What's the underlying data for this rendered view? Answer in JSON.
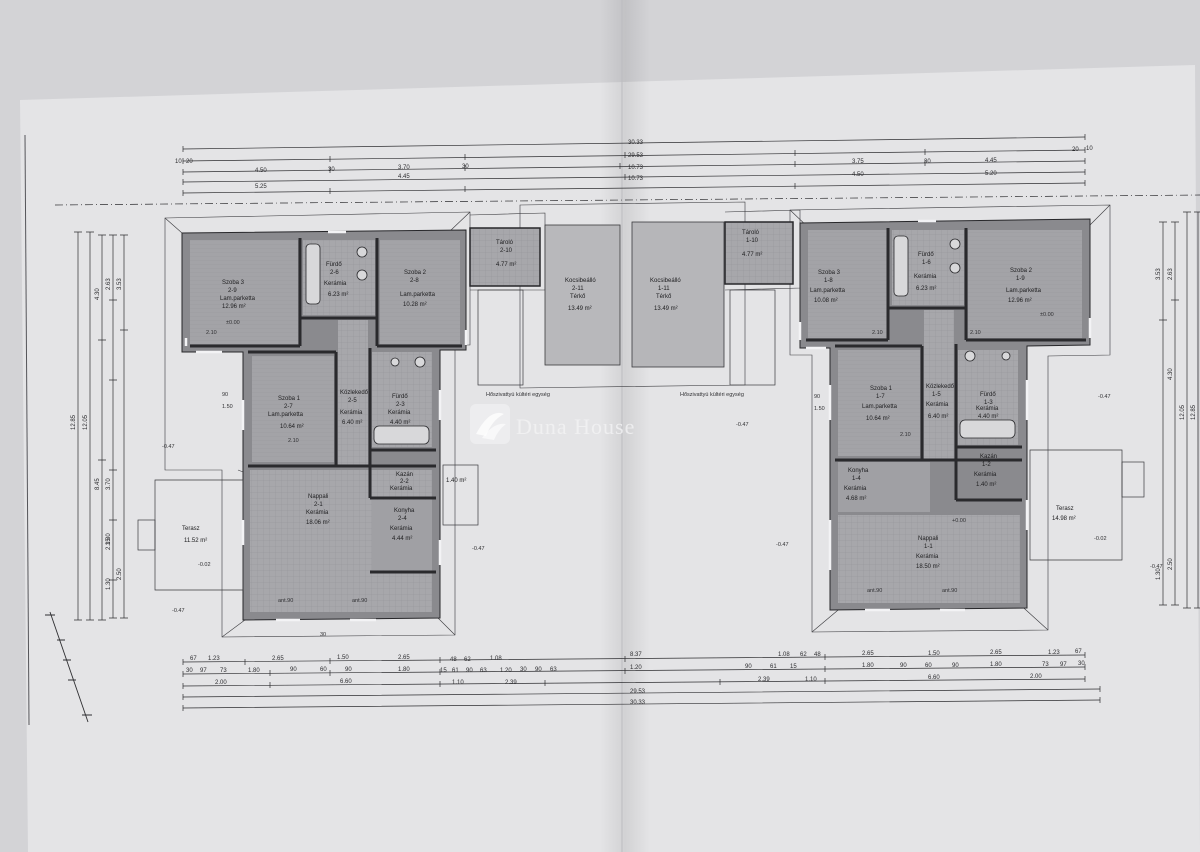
{
  "sheet": {
    "paper_color": "#e7e7e9",
    "line_color": "#2e2e31",
    "room_fill": "#a9a9ad"
  },
  "watermark": {
    "text": "Duna House"
  },
  "dimensions": {
    "top": {
      "row1": "30.33",
      "row2": [
        "10",
        "20",
        "29.53",
        "20",
        "10"
      ],
      "row3": [
        "4.50",
        "30",
        "3.70",
        "30",
        "3.75",
        "30",
        "4.45"
      ],
      "row4": [
        "10.73",
        "10.73"
      ],
      "row5": [
        "5.25",
        "4.45",
        "4.50",
        "5.20"
      ]
    },
    "bottom": {
      "row1": [
        "67",
        "1.23",
        "2.65",
        "1.50",
        "2.65",
        "48",
        "62",
        "1.08",
        "8.37",
        "1.08",
        "62",
        "48",
        "2.65",
        "1.50",
        "2.65",
        "1.23",
        "67"
      ],
      "row2": [
        "30",
        "97",
        "73",
        "1.80",
        "90",
        "60",
        "90",
        "1.80",
        "15",
        "61",
        "90",
        "63",
        "1.20",
        "30",
        "90",
        "63",
        "1.20",
        "90",
        "61",
        "15",
        "1.80",
        "90",
        "60",
        "90",
        "1.80",
        "73",
        "97",
        "30"
      ],
      "row3": [
        "2.00",
        "6.60",
        "1.10",
        "2.39",
        "2.39",
        "1.10",
        "6.60",
        "2.00"
      ],
      "row4": "29.53",
      "row5": "30.33"
    },
    "left": [
      "12.85",
      "12.05",
      "8.45",
      "3.70",
      "2.35",
      "1.80",
      "1.30",
      "2.50",
      "4.30",
      "2.63",
      "3.53"
    ],
    "right": [
      "3.53",
      "2.63",
      "4.30",
      "12.05",
      "12.85",
      "2.50",
      "1.30"
    ]
  },
  "unit_left": {
    "rooms": [
      {
        "name": "Szoba 3",
        "code": "2-9",
        "floor": "Lam.parketta",
        "area": "12.96 m²"
      },
      {
        "name": "Szoba 2",
        "code": "2-8",
        "floor": "Lam.parketta",
        "area": "10.28 m²"
      },
      {
        "name": "Fürdő",
        "code": "2-6",
        "floor": "Kerámia",
        "area": "6.23 m²"
      },
      {
        "name": "Szoba 1",
        "code": "2-7",
        "floor": "Lam.parketta",
        "area": "10.64 m²"
      },
      {
        "name": "Közlekedő",
        "code": "2-5",
        "floor": "Kerámia",
        "area": "6.40 m²"
      },
      {
        "name": "Fürdő",
        "code": "2-3",
        "floor": "Kerámia",
        "area": "4.40 m²"
      },
      {
        "name": "Nappali",
        "code": "2-1",
        "floor": "Kerámia",
        "area": "18.06 m²"
      },
      {
        "name": "Konyha",
        "code": "2-4",
        "floor": "Kerámia",
        "area": "4.44 m²"
      },
      {
        "name": "Kazán",
        "code": "2-2",
        "floor": "Kerámia",
        "area": "1.40 m²"
      },
      {
        "name": "Kocsibeálló",
        "code": "2-11",
        "floor": "Térkő",
        "area": "13.49 m²"
      },
      {
        "name": "Tároló",
        "code": "2-10",
        "floor": "",
        "area": "4.77 m²"
      }
    ],
    "terrace": {
      "name": "Terasz",
      "area": "11.52 m²"
    },
    "heat_pump_label": "Hőszivattyú kültéri egység",
    "windows": [
      "ant.90",
      "ant.90"
    ]
  },
  "unit_right": {
    "rooms": [
      {
        "name": "Szoba 3",
        "code": "1-8",
        "floor": "Lam.parketta",
        "area": "10.08 m²"
      },
      {
        "name": "Fürdő",
        "code": "1-6",
        "floor": "Kerámia",
        "area": "6.23 m²"
      },
      {
        "name": "Szoba 2",
        "code": "1-9",
        "floor": "Lam.parketta",
        "area": "12.96 m²"
      },
      {
        "name": "Szoba 1",
        "code": "1-7",
        "floor": "Lam.parketta",
        "area": "10.64 m²"
      },
      {
        "name": "Közlekedő",
        "code": "1-5",
        "floor": "Kerámia",
        "area": "6.40 m²"
      },
      {
        "name": "Fürdő",
        "code": "1-3",
        "floor": "Kerámia",
        "area": "4.40 m²"
      },
      {
        "name": "Konyha",
        "code": "1-4",
        "floor": "Kerámia",
        "area": "4.68 m²"
      },
      {
        "name": "Kazán",
        "code": "1-2",
        "floor": "Kerámia",
        "area": "1.40 m²"
      },
      {
        "name": "Nappali",
        "code": "1-1",
        "floor": "Kerámia",
        "area": "18.50 m²"
      },
      {
        "name": "Kocsibeálló",
        "code": "1-11",
        "floor": "Térkő",
        "area": "13.49 m²"
      },
      {
        "name": "Tároló",
        "code": "1-10",
        "floor": "",
        "area": "4.77 m²"
      }
    ],
    "terrace": {
      "name": "Terasz",
      "area": "14.98 m²"
    },
    "heat_pump_label": "Hőszivattyú kültéri egység",
    "windows": [
      "ant.90",
      "ant.90"
    ]
  },
  "levels": [
    "±0.00",
    "-0.47",
    "-0.02",
    "+0.00"
  ],
  "door_heights": [
    "2.10",
    "2.10",
    "2.10",
    "2.10",
    "2.10"
  ],
  "misc_marks": [
    "90",
    "1.50",
    "30",
    "90",
    "1.50"
  ]
}
